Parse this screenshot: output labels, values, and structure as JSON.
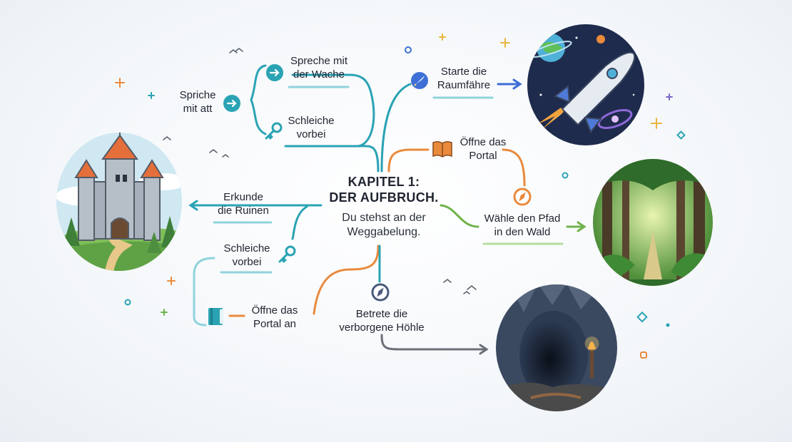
{
  "center": {
    "title_line1": "KAPITEL 1:",
    "title_line2": "DER AUFBRUCH.",
    "text_line1": "Du stehst an der",
    "text_line2": "Weggabelung."
  },
  "choices": {
    "speak_att": {
      "line1": "Spriche",
      "line2": "mit att"
    },
    "speak_guard": {
      "line1": "Spreche mit",
      "line2": "der Wache"
    },
    "sneak_top": {
      "line1": "Schleiche",
      "line2": "vorbei"
    },
    "explore_ruins": {
      "line1": "Erkunde",
      "line2": "die Ruinen"
    },
    "sneak_bottom": {
      "line1": "Schleiche",
      "line2": "vorbei"
    },
    "portal_bottom": {
      "line1": "Öffne das",
      "line2": "Portal an"
    },
    "launch_ship": {
      "line1": "Starte die",
      "line2": "Raumfähre"
    },
    "portal_top": {
      "line1": "Öffne das",
      "line2": "Portal"
    },
    "forest_path": {
      "line1": "Wähle den Pfad",
      "line2": "in den Wald"
    },
    "enter_cave": {
      "line1": "Betrete die",
      "line2": "verborgene Höhle"
    }
  },
  "colors": {
    "teal": "#2aa3b4",
    "light_teal": "#8fd3dc",
    "orange": "#e98a3c",
    "green": "#6fb24a",
    "blue": "#3d6fd6",
    "gray": "#6b6f78"
  },
  "icons": [
    "arrow-right-icon",
    "key-icon",
    "book-icon",
    "rocket-icon",
    "compass-icon",
    "castle-icon",
    "spaceship-icon",
    "forest-icon",
    "cave-icon"
  ]
}
